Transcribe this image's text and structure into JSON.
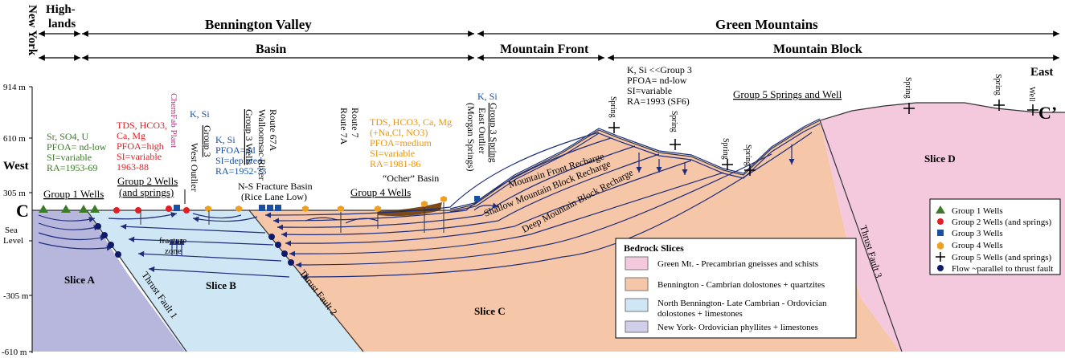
{
  "regions": {
    "new_york": "New York",
    "highlands": [
      "High-",
      "lands"
    ],
    "bennington_valley": "Bennington Valley",
    "green_mountains": "Green Mountains",
    "basin": "Basin",
    "mountain_front": "Mountain Front",
    "mountain_block": "Mountain Block"
  },
  "axis": {
    "ticks": [
      "914 m",
      "610 m",
      "305 m",
      "Sea Level",
      "-305 m",
      "-610 m"
    ],
    "west": "West",
    "east": "East",
    "c_left": "C",
    "c_right": "C’"
  },
  "slices": {
    "a": "Slice A",
    "b": "Slice B",
    "c": "Slice C",
    "d": "Slice D"
  },
  "faults": {
    "f1": "Thrust Fault 1",
    "f2": "Thrust Fault 2",
    "f3": "Thrust Fault 3"
  },
  "annotations": {
    "g1_chem": [
      "Sr, SO4, U",
      "PFOA= nd-low",
      "SI=variable",
      "RA=1953-69"
    ],
    "g1_label": "Group 1 Wells",
    "g2_chem": [
      "TDS, HCO3,",
      "Ca, Mg",
      "PFOA=high",
      "SI=variable",
      "1963-88"
    ],
    "g2_label": [
      "Group 2 Wells",
      "(and springs)"
    ],
    "chemfab": "ChemFab Plant",
    "ksi_west": "K, Si",
    "group3": "Group 3",
    "west_outlier": "West Outlier",
    "g3_chem": [
      "K, Si",
      "PFOA=nd",
      "SI=depleted",
      "RA=1952-73"
    ],
    "route67a": "Route 67A",
    "walloomsac": "Walloomsac River",
    "group3_wells": "Group 3 Wells",
    "ns_fracture": [
      "N-S Fracture Basin",
      "(Rice Lane Low)"
    ],
    "fracture_zone": [
      "fracture",
      "zone"
    ],
    "route7": "Route 7",
    "route7a": "Route 7A",
    "g4_chem": [
      "TDS, HCO3, Ca, Mg",
      "(+Na,Cl, NO3)",
      "PFOA=medium",
      "SI=variable",
      "RA=1981-86"
    ],
    "ocher": "“Ocher” Basin",
    "g4_label": "Group 4 Wells",
    "ksi_east": "K, Si",
    "east_outlier": [
      "East Outlier",
      "(Morgan Springs)"
    ],
    "group3_spring": "Group 3 Spring",
    "g5_chem": [
      "K, Si <<Group 3",
      "PFOA= nd-low",
      "SI=variable",
      "RA=1993 (SF6)"
    ],
    "g5_label": "Group 5 Springs and Well",
    "spring": "Spring",
    "well": "Well",
    "mf_recharge": "Mountain Front Recharge",
    "smb_recharge": "Shallow Mountain Block Recharge",
    "dmb_recharge": "Deep Mountain Block Recharge"
  },
  "bedrock": {
    "title": "Bedrock Slices",
    "items": [
      {
        "label": "Green Mt. - Precambrian gneisses and schists",
        "color": "#f4c9de"
      },
      {
        "label": "Bennington - Cambrian dolostones + quartzites",
        "color": "#f5c6a8"
      },
      {
        "label": "North Bennington- Late Cambrian - Ordovician",
        "label2": "dolostones + limestones",
        "color": "#cfe6f4"
      },
      {
        "label": "New York- Ordovician phyllites + limestones",
        "color": "#cfcfea"
      }
    ]
  },
  "legend": {
    "items": [
      {
        "label": "Group 1 Wells",
        "symbol": "triangle",
        "color": "#3d7a2a"
      },
      {
        "label": "Group 2 Wells (and springs)",
        "symbol": "circle",
        "color": "#e31e24"
      },
      {
        "label": "Group 3 Wells",
        "symbol": "square",
        "color": "#1b4fa0"
      },
      {
        "label": "Group 4 Wells",
        "symbol": "hexagon",
        "color": "#f0a020"
      },
      {
        "label": "Group 5 Wells (and springs)",
        "symbol": "plus",
        "color": "#000000"
      },
      {
        "label": "Flow ~parallel to thrust fault",
        "symbol": "dot",
        "color": "#101a6a"
      }
    ]
  },
  "colors": {
    "sliceA": "#b7b6dc",
    "sliceB": "#cfe6f4",
    "sliceC": "#f5c6a8",
    "sliceD": "#f4c9de",
    "flow": "#1f2d7a",
    "green": "#3d7a2a",
    "red": "#e31e24",
    "magenta": "#e0197d",
    "blue": "#1b4fa0",
    "orange": "#e8940f"
  }
}
